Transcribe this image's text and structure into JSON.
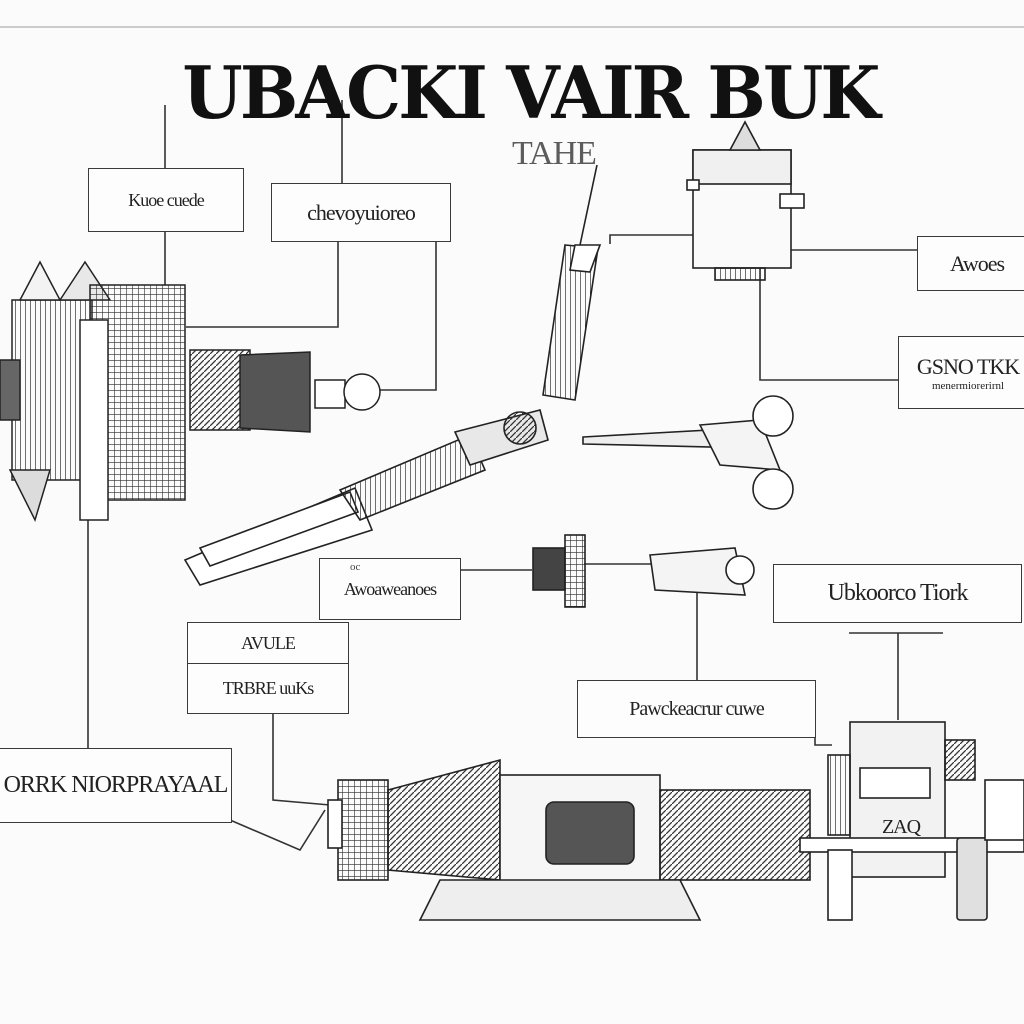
{
  "diagram": {
    "title": "UBACKI VAIR BUK",
    "subtitle": "TAHE",
    "labels": [
      {
        "id": "l1",
        "text": "Kuoe cuede"
      },
      {
        "id": "l2",
        "text": "chevoyuioreo"
      },
      {
        "id": "l3",
        "text": "Awoes"
      },
      {
        "id": "l4",
        "text": "GSNO TKK",
        "sub": "menermiorerirnl"
      },
      {
        "id": "l5",
        "text": "Awoaweanoes",
        "sub": "oc"
      },
      {
        "id": "l6",
        "text": "Ubkoorco Tiork"
      },
      {
        "id": "l7",
        "text": "AVULE"
      },
      {
        "id": "l8",
        "text": "TRBRE uuKs"
      },
      {
        "id": "l9",
        "text": "Pawckeacrur cuwe"
      },
      {
        "id": "l10",
        "text": "ORRK NIORPRAYAAL"
      },
      {
        "id": "l11",
        "text": "ZAQ"
      }
    ]
  }
}
